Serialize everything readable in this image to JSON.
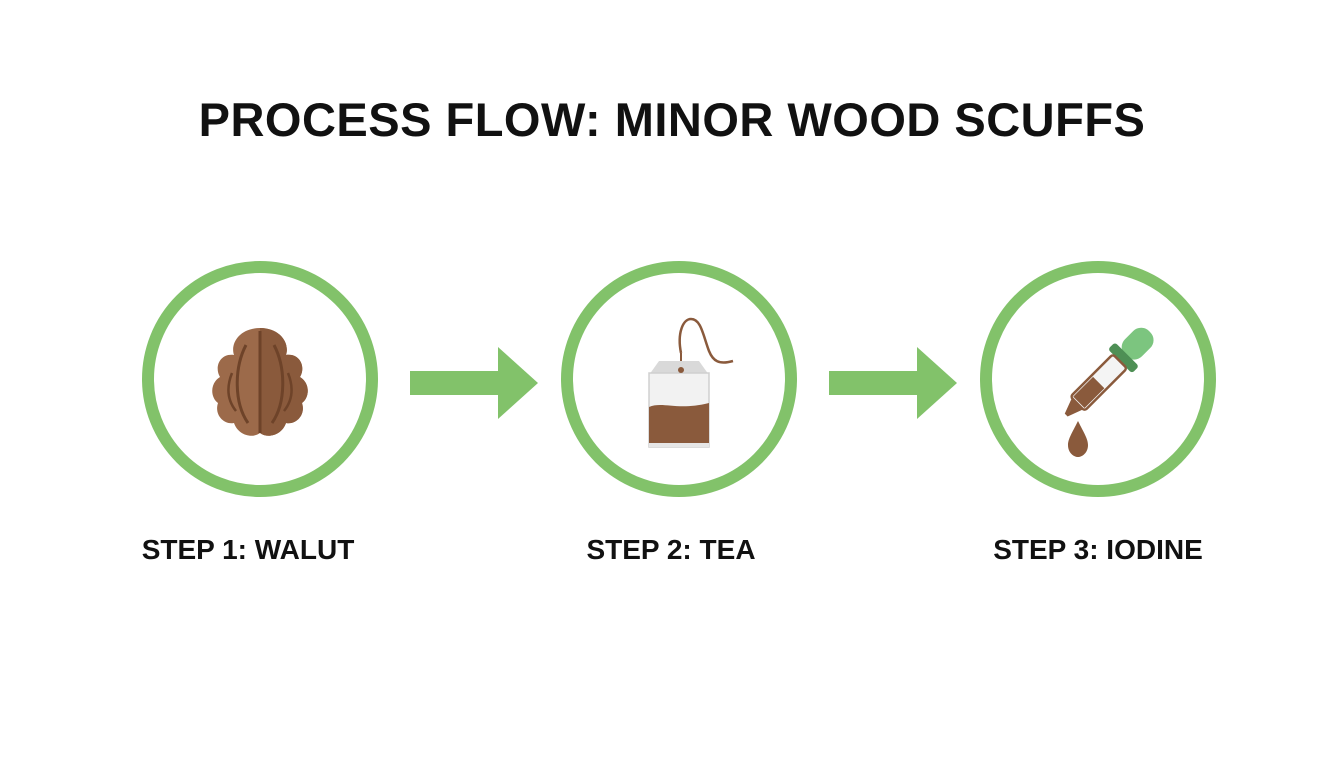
{
  "title": "PROCESS FLOW: MINOR WOOD SCUFFS",
  "steps": [
    {
      "label": "STEP 1: WALUT",
      "icon": "walnut-icon"
    },
    {
      "label": "STEP 2: TEA",
      "icon": "tea-bag-icon"
    },
    {
      "label": "STEP 3: IODINE",
      "icon": "dropper-icon"
    }
  ],
  "colors": {
    "ring": "#82c26a",
    "arrow": "#82c26a",
    "brown": "#8a5a3c",
    "text": "#111111"
  }
}
